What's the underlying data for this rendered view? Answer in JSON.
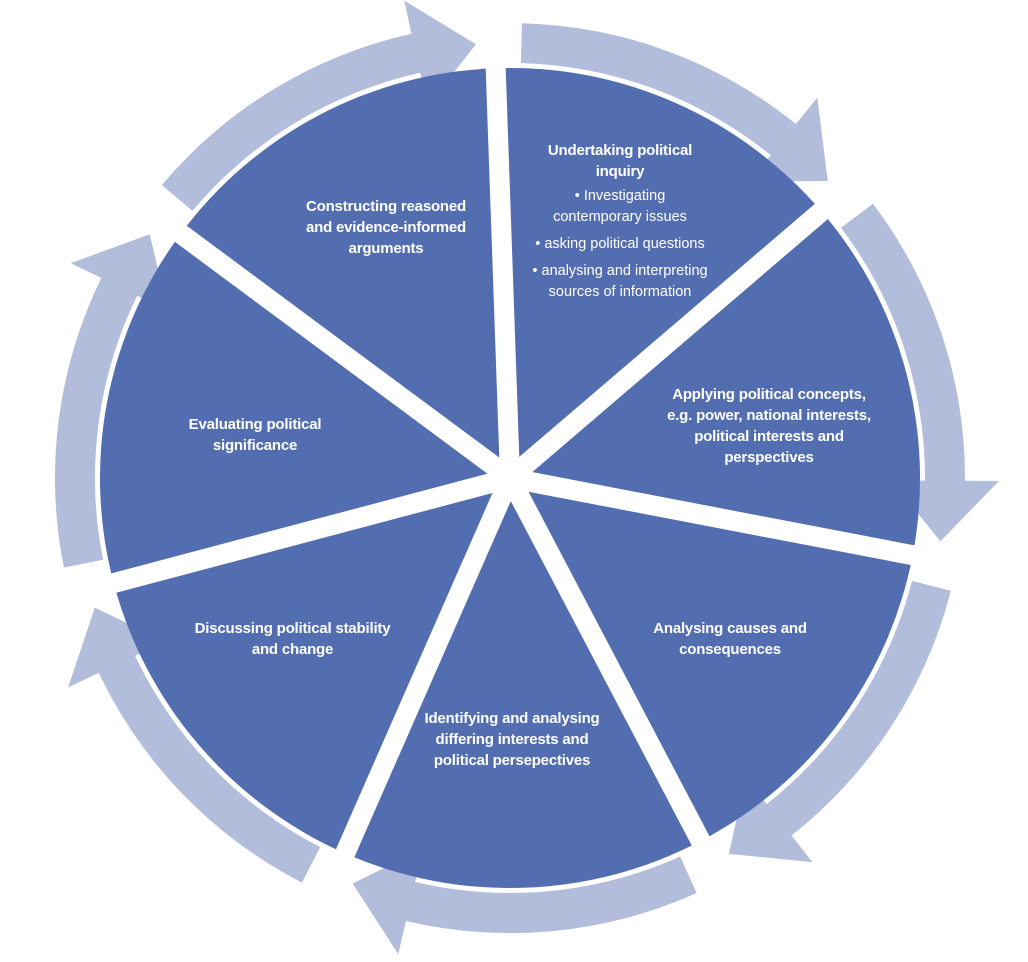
{
  "colors": {
    "segment": "#536eb0",
    "ring": "#b2bcdb",
    "gap": "#ffffff",
    "text": "#ffffff"
  },
  "segments": [
    {
      "title": "Undertaking political inquiry",
      "bullets": [
        "• Investigating contemporary issues",
        "• asking political questions",
        "• analysing and interpreting sources of information"
      ]
    },
    {
      "title": "Applying political concepts, e.g. power, national interests, political interests and perspectives"
    },
    {
      "title": "Analysing causes and consequences"
    },
    {
      "title": "Identifying and analysing differing interests and political persepectives"
    },
    {
      "title": "Discussing political stability and change"
    },
    {
      "title": "Evaluating political significance"
    },
    {
      "title": "Constructing reasoned and evidence-informed arguments"
    }
  ]
}
